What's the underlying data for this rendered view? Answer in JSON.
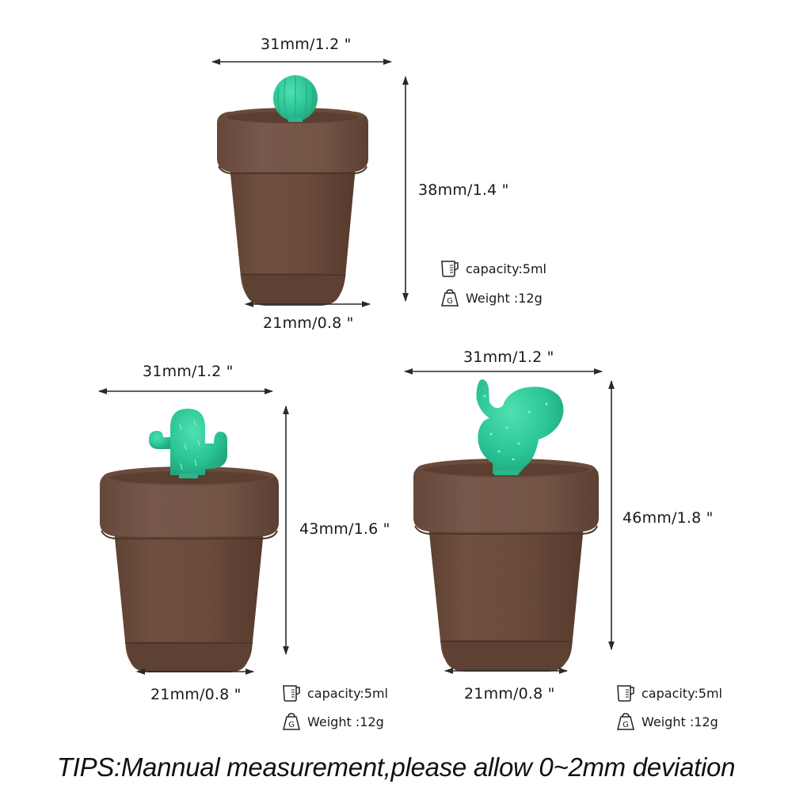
{
  "products": [
    {
      "name": "round-cactus-jar",
      "top_width_label": "31mm/1.2 \"",
      "height_label": "38mm/1.4 \"",
      "bottom_width_label": "21mm/0.8 \"",
      "specs": [
        {
          "icon": "measuring-cup-icon",
          "label": "capacity:5ml"
        },
        {
          "icon": "weight-icon",
          "label": "Weight :12g"
        }
      ]
    },
    {
      "name": "saguaro-cactus-jar",
      "top_width_label": "31mm/1.2 \"",
      "height_label": "43mm/1.6 \"",
      "bottom_width_label": "21mm/0.8 \"",
      "specs": [
        {
          "icon": "measuring-cup-icon",
          "label": "capacity:5ml"
        },
        {
          "icon": "weight-icon",
          "label": "Weight :12g"
        }
      ]
    },
    {
      "name": "prickly-pear-cactus-jar",
      "top_width_label": "31mm/1.2 \"",
      "height_label": "46mm/1.8 \"",
      "bottom_width_label": "21mm/0.8 \"",
      "specs": [
        {
          "icon": "measuring-cup-icon",
          "label": "capacity:5ml"
        },
        {
          "icon": "weight-icon",
          "label": "Weight :12g"
        }
      ]
    }
  ],
  "weight_icon_letter": "G",
  "tips": "TIPS:Mannual measurement,please allow 0~2mm deviation",
  "colors": {
    "pot": "#6e4e3f",
    "pot_dark": "#5a3e31",
    "pot_light": "#7d5b4b",
    "cactus": "#2fc79a",
    "cactus_dark": "#22a97f",
    "arrow": "#333333"
  }
}
